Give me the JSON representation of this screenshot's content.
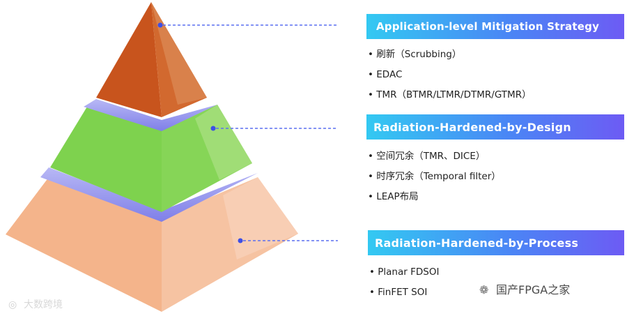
{
  "tiers": [
    {
      "title": "Application-level  Mitigation Strategy",
      "bullets": [
        "• 刷新（Scrubbing）",
        "• EDAC",
        "• TMR（BTMR/LTMR/DTMR/GTMR）"
      ],
      "color": "#cc5a1e"
    },
    {
      "title": "Radiation-Hardened-by-Design",
      "bullets": [
        "• 空间冗余（TMR、DICE）",
        "• 时序冗余（Temporal filter）",
        "• LEAP布局"
      ],
      "color": "#79cf49"
    },
    {
      "title": "Radiation-Hardened-by-Process",
      "bullets": [
        "• Planar FDSOI",
        "• FinFET SOI"
      ],
      "color": "#f2ae85"
    }
  ],
  "watermarks": {
    "left": "大数跨境",
    "right": "国产FPGA之家"
  },
  "colors": {
    "band": "#9b9bf0",
    "connector": "#3d4fe6",
    "banner_start": "#33c9f2",
    "banner_end": "#6d5bf4"
  }
}
